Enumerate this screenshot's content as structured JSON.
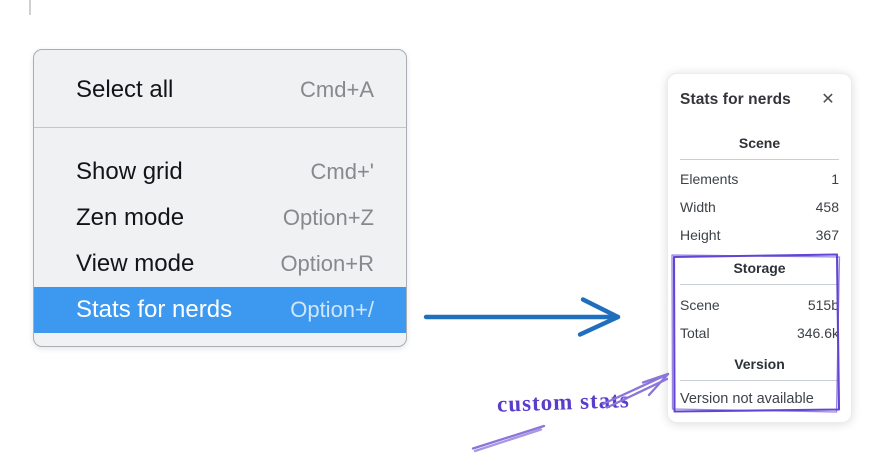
{
  "canvas": {
    "background": "#ffffff"
  },
  "context_menu": {
    "highlight_color": "#3d99f0",
    "items": [
      {
        "label": "Select all",
        "shortcut": "Cmd+A",
        "selected": false
      },
      {
        "label": "Show grid",
        "shortcut": "Cmd+'",
        "selected": false
      },
      {
        "label": "Zen mode",
        "shortcut": "Option+Z",
        "selected": false
      },
      {
        "label": "View mode",
        "shortcut": "Option+R",
        "selected": false
      },
      {
        "label": "Stats for nerds",
        "shortcut": "Option+/",
        "selected": true
      }
    ]
  },
  "stats_panel": {
    "title": "Stats for nerds",
    "close_icon": "✕",
    "sections": [
      {
        "heading": "Scene",
        "rows": [
          {
            "label": "Elements",
            "value": "1"
          },
          {
            "label": "Width",
            "value": "458"
          },
          {
            "label": "Height",
            "value": "367"
          }
        ]
      },
      {
        "heading": "Storage",
        "rows": [
          {
            "label": "Scene",
            "value": "515b"
          },
          {
            "label": "Total",
            "value": "346.6k"
          }
        ]
      },
      {
        "heading": "Version",
        "rows": [],
        "note": "Version not available"
      }
    ]
  },
  "annotations": {
    "label": "custom stats",
    "label_color": "#5b3dcb",
    "box_color": "#6345d4",
    "arrow_color": "#8b74da",
    "menu_arrow_color": "#1f6fbe"
  }
}
